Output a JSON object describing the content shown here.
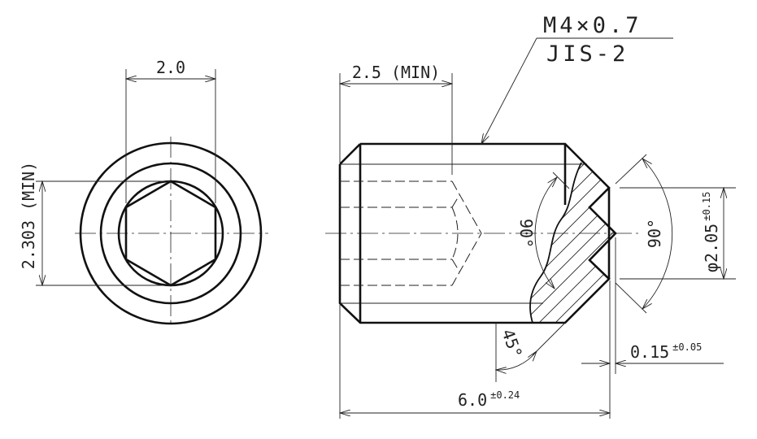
{
  "title": "Hex socket set screw, cone point",
  "spec": {
    "thread": "M4×0.7",
    "tolerance_class": "JIS-2"
  },
  "end_view": {
    "hex_width": "2.0",
    "hex_corner": "2.303 (MIN)"
  },
  "side_view": {
    "socket_depth": "2.5 (MIN)",
    "length": "6.0",
    "length_tol": "±0.24",
    "cone_angle_inner": "90°",
    "cone_angle_outer": "90°",
    "chamfer_angle": "45°",
    "point_dia": "φ2.05",
    "point_dia_tol": "±0.15",
    "point_flat": "0.15",
    "point_flat_tol": "±0.05"
  }
}
